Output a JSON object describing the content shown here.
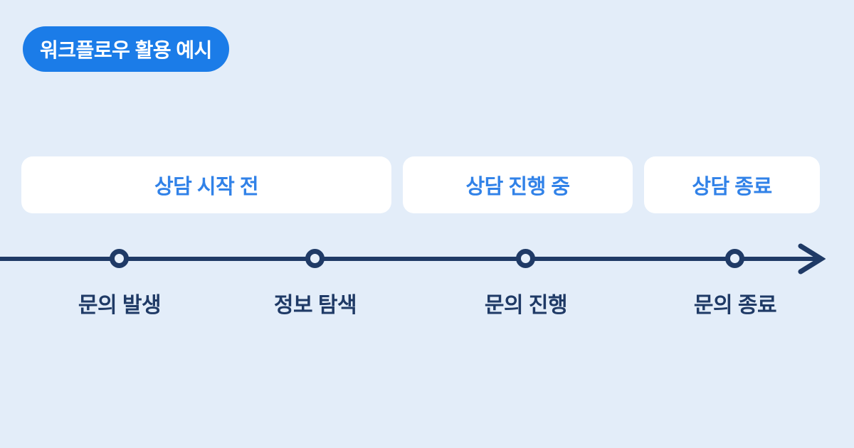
{
  "title_badge": {
    "label": "워크플로우 활용 예시"
  },
  "phases": [
    {
      "label": "상담 시작 전"
    },
    {
      "label": "상담 진행 중"
    },
    {
      "label": "상담 종료"
    }
  ],
  "timeline": {
    "steps": [
      {
        "label": "문의 발생"
      },
      {
        "label": "정보 탐색"
      },
      {
        "label": "문의 진행"
      },
      {
        "label": "문의 종료"
      }
    ]
  },
  "colors": {
    "background": "#E3EDF9",
    "badge_background": "#1B7CE8",
    "badge_text": "#FFFFFF",
    "card_background": "#FFFFFF",
    "card_text": "#3182E8",
    "timeline_navy": "#1F3A66",
    "node_fill": "#E7F0FB"
  }
}
